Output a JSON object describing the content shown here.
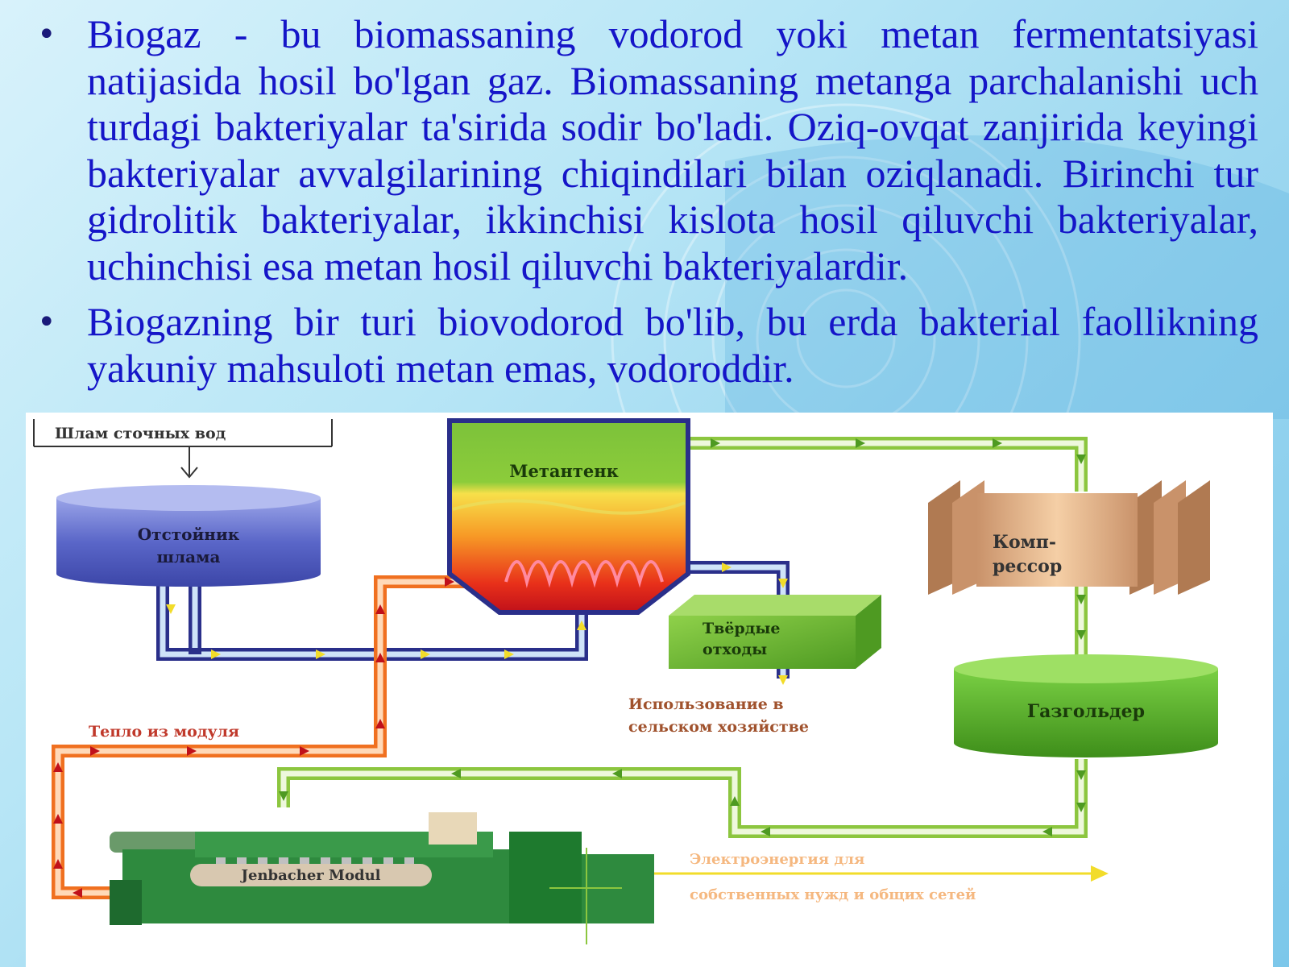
{
  "bullets": [
    {
      "text": "Biogaz - bu biomassaning vodorod yoki metan fermentatsiyasi natijasida hosil bo'lgan gaz. Biomassaning metanga parchalanishi uch turdagi bakteriyalar ta'sirida sodir bo'ladi. Oziq-ovqat zanjirida keyingi bakteriyalar avvalgilarining chiqindilari bilan oziqlanadi. Birinchi tur gidrolitik bakteriyalar, ikkinchisi kislota hosil qiluvchi bakteriyalar, uchinchisi esa metan hosil qiluvchi bakteriyalardir."
    },
    {
      "text": "Biogazning bir turi biovodorod bo'lib, bu erda bakterial faollikning yakuniy mahsuloti metan emas, vodoroddir."
    }
  ],
  "diagram": {
    "sludge_input": "Шлам сточных вод",
    "settler": [
      "Отстойник",
      "шлама"
    ],
    "digester": "Метантенк",
    "compressor": [
      "Комп-",
      "рессор"
    ],
    "solid_waste": [
      "Твёрдые",
      "отходы"
    ],
    "agri_use": [
      "Использование в",
      "сельском хозяйстве"
    ],
    "gasholder": "Газгольдер",
    "heat": "Тепло из модуля",
    "module": "Jenbacher Modul",
    "electricity": [
      "Электроэнергия для",
      "собственных нужд и общих сетей"
    ]
  },
  "colors": {
    "text_blue": "#1515c8",
    "pipe_blue": "#2a2f8a",
    "pipe_green": "#8cc63f",
    "pipe_orange": "#f07020",
    "label_red": "#c0392b",
    "label_brown": "#a0522d",
    "arrow_yellow": "#f2dc2a"
  },
  "icons": {
    "bullet": "bullet-dot",
    "flow": "flow-arrow-icon"
  }
}
